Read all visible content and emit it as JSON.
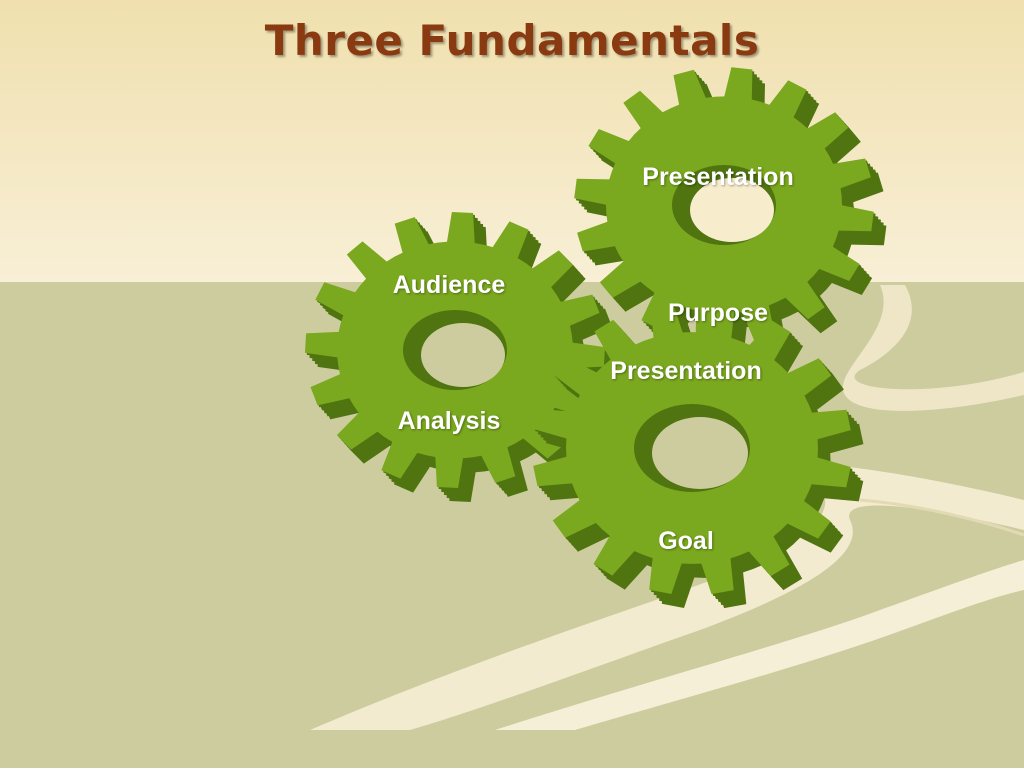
{
  "slide": {
    "title": "Three Fundamentals"
  },
  "gears": {
    "top_right": {
      "top_label": "Presentation",
      "bottom_label": "Purpose"
    },
    "left": {
      "top_label": "Audience",
      "bottom_label": "Analysis"
    },
    "front": {
      "top_label": "Presentation",
      "bottom_label": "Goal"
    }
  },
  "colors": {
    "title": "#8a3a10",
    "gear_face": "#7aa81e",
    "gear_side": "#4f7410",
    "background_top": "#f7eccb",
    "background_bottom": "#cccc9e",
    "road": "#f3ebcf"
  }
}
